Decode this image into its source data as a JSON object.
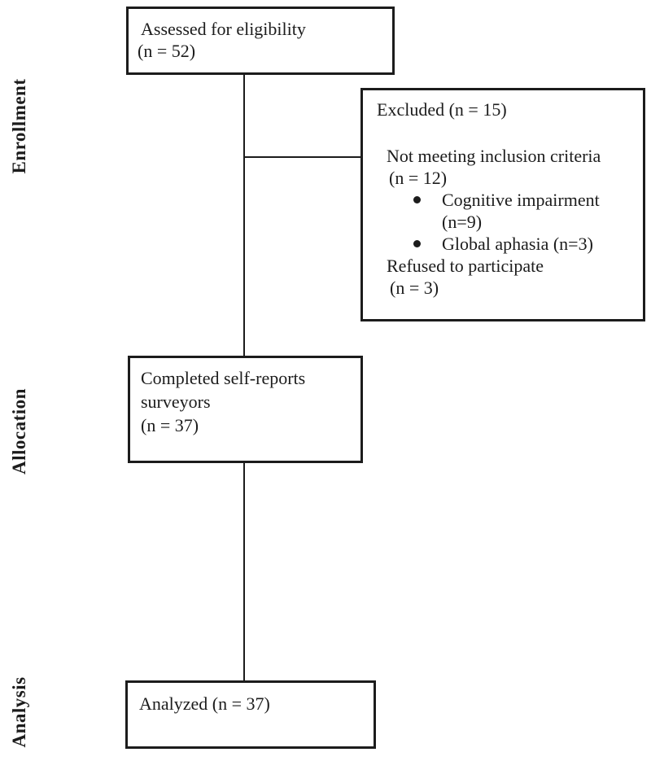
{
  "stages": [
    {
      "label": "Enrollment"
    },
    {
      "label": "Allocation"
    },
    {
      "label": "Analysis"
    }
  ],
  "boxes": {
    "assessed": {
      "line1": "Assessed for eligibility",
      "line2": "(n = 52)"
    },
    "excluded": {
      "title": "Excluded (n = 15)",
      "not_meeting": {
        "line1": "Not meeting inclusion criteria",
        "line2": "(n = 12)"
      },
      "bullets": [
        {
          "line1": "Cognitive impairment",
          "line2": "(n=9)"
        },
        {
          "line1": "Global aphasia (n=3)"
        }
      ],
      "refused": {
        "line1": "Refused to participate",
        "line2": "(n = 3)"
      }
    },
    "completed": {
      "line1": "Completed self-reports",
      "line2": "surveyors",
      "line3": "(n = 37)"
    },
    "analyzed": {
      "line1": "Analyzed (n = 37)"
    }
  },
  "colors": {
    "background": "#ffffff",
    "line": "#1c1c1c",
    "text": "#1c1c1c"
  }
}
